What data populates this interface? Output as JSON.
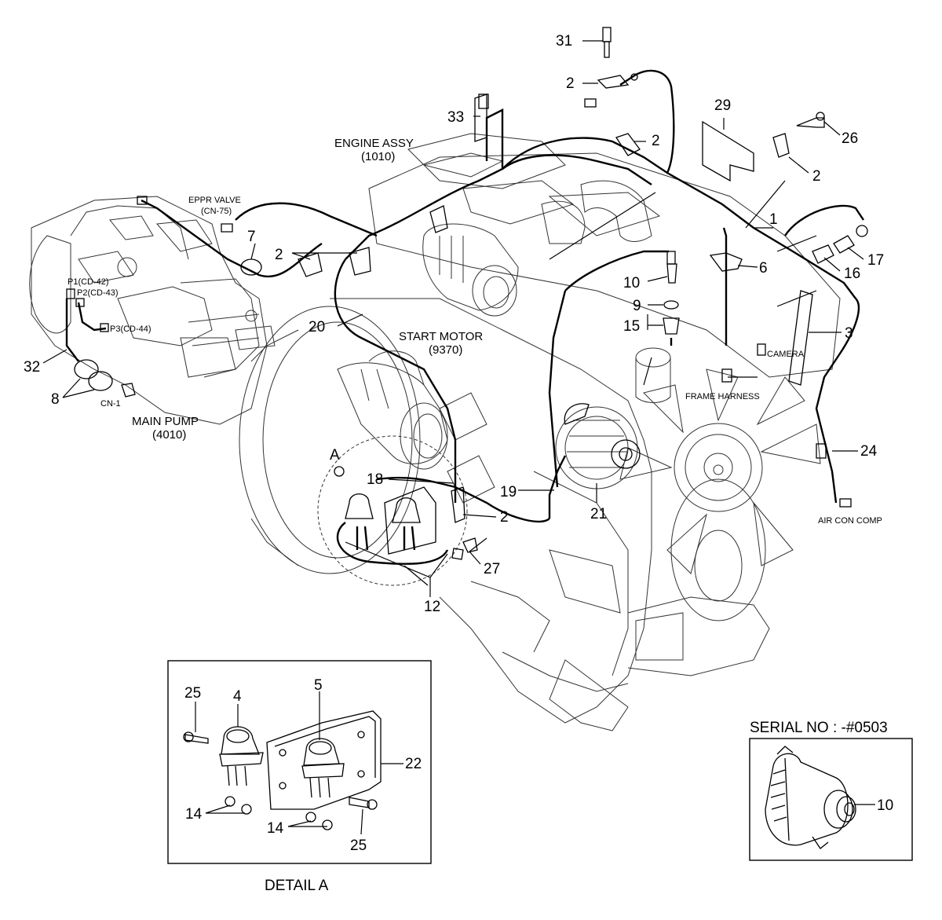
{
  "labels": {
    "engine_assy": "ENGINE ASSY",
    "engine_assy_code": "(1010)",
    "eppr_valve": "EPPR VALVE",
    "eppr_valve_code": "(CN-75)",
    "start_motor": "START MOTOR",
    "start_motor_code": "(9370)",
    "main_pump": "MAIN PUMP",
    "main_pump_code": "(4010)",
    "p1": "P1(CD-42)",
    "p2": "P2(CD-43)",
    "p3": "P3(CD-44)",
    "cn1": "CN-1",
    "camera": "CAMERA",
    "frame_harness": "FRAME HARNESS",
    "air_con_comp": "AIR CON COMP",
    "detail_ref": "A",
    "detail_title": "DETAIL A",
    "serial_no": "SERIAL NO : -#0503"
  },
  "callouts": {
    "c31": "31",
    "c2a": "2",
    "c33": "33",
    "c29": "29",
    "c2b": "2",
    "c26": "26",
    "c2c": "2",
    "c7": "7",
    "c2d": "2",
    "c1": "1",
    "c17": "17",
    "c16": "16",
    "c6": "6",
    "c10": "10",
    "c9": "9",
    "c15": "15",
    "c3": "3",
    "c20": "20",
    "c32": "32",
    "c8": "8",
    "c24": "24",
    "c18": "18",
    "c19": "19",
    "c21": "21",
    "c2e": "2",
    "c27": "27",
    "c12": "12",
    "c25a": "25",
    "c4": "4",
    "c5": "5",
    "c22": "22",
    "c14a": "14",
    "c14b": "14",
    "c25b": "25",
    "c10b": "10"
  }
}
